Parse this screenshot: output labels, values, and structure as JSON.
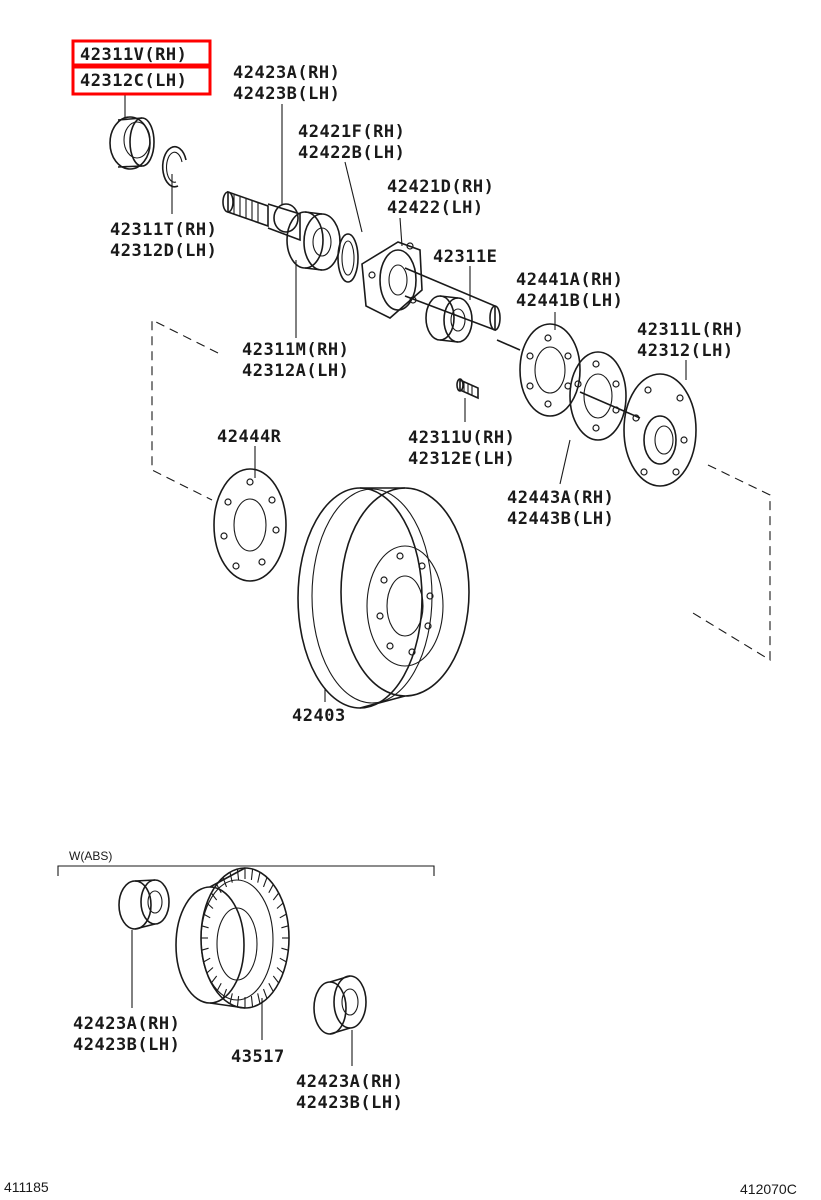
{
  "highlight_color": "#ff0000",
  "labels": {
    "oil_seal_rh": "42311V(RH)",
    "oil_seal_lh": "42312C(LH)",
    "bearing_a_rh": "42423A(RH)",
    "bearing_b_lh": "42423B(LH)",
    "ring_f_rh": "42421F(RH)",
    "ring_b_lh": "42422B(LH)",
    "retainer_d_rh": "42421D(RH)",
    "retainer_lh": "42422(LH)",
    "snap_t_rh": "42311T(RH)",
    "snap_d_lh": "42312D(LH)",
    "collar_e": "42311E",
    "plate_a_rh": "42441A(RH)",
    "plate_b_lh": "42441B(LH)",
    "shaft_l_rh": "42311L(RH)",
    "shaft_lh": "42312(LH)",
    "bearing_m_rh": "42311M(RH)",
    "bearing_a_lh": "42312A(LH)",
    "bolt_u_rh": "42311U(RH)",
    "bolt_e_lh": "42312E(LH)",
    "gasket_r": "42444R",
    "gasket_a_rh": "42443A(RH)",
    "gasket_b_lh": "42443B(LH)",
    "drum": "42403",
    "abs_bracket": "W(ABS)",
    "abs_bearing1_rh": "42423A(RH)",
    "abs_bearing1_lh": "42423B(LH)",
    "sensor_rotor": "43517",
    "abs_bearing2_rh": "42423A(RH)",
    "abs_bearing2_lh": "42423B(LH)"
  },
  "footer": {
    "left_code": "411185",
    "right_code": "412070C"
  }
}
